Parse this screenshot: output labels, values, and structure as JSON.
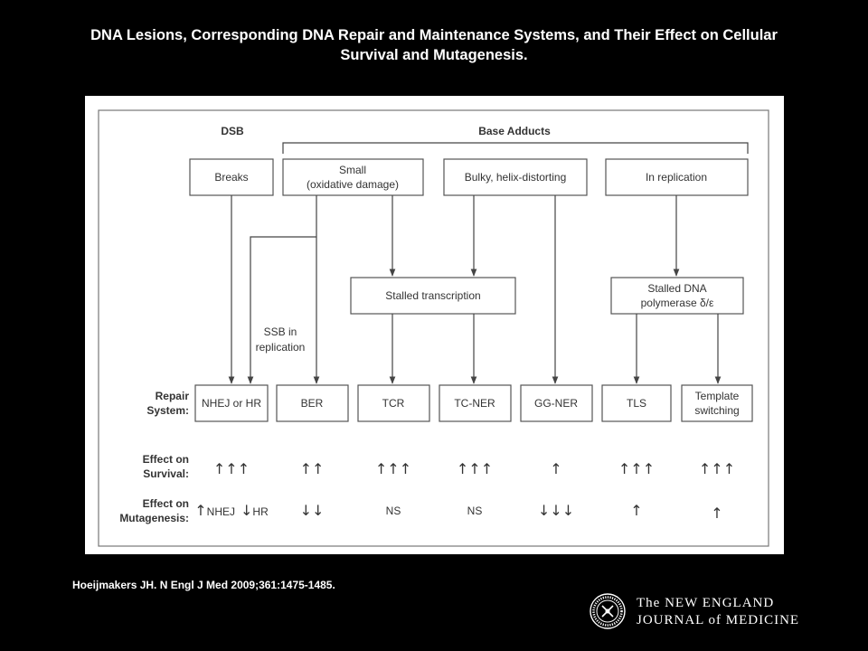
{
  "title": {
    "line1": "DNA Lesions, Corresponding DNA Repair and Maintenance Systems, and Their Effect on Cellular",
    "line2": "Survival and Mutagenesis."
  },
  "diagram": {
    "group_headers": {
      "dsb": "DSB",
      "base_adducts": "Base Adducts"
    },
    "lesions": {
      "breaks": "Breaks",
      "small_line1": "Small",
      "small_line2": "(oxidative damage)",
      "bulky": "Bulky, helix-distorting",
      "replication": "In replication"
    },
    "intermediates": {
      "stalled_transcription": "Stalled transcription",
      "stalled_pol_line1": "Stalled DNA",
      "stalled_pol_line2": "polymerase δ/ε",
      "ssb_line1": "SSB in",
      "ssb_line2": "replication"
    },
    "row_labels": {
      "repair_line1": "Repair",
      "repair_line2": "System:",
      "survival_line1": "Effect on",
      "survival_line2": "Survival:",
      "mutagenesis_line1": "Effect on",
      "mutagenesis_line2": "Mutagenesis:"
    },
    "repair_systems": [
      "NHEJ or HR",
      "BER",
      "TCR",
      "TC-NER",
      "GG-NER",
      "TLS",
      "Template switching"
    ],
    "template_switching_line1": "Template",
    "template_switching_line2": "switching",
    "survival": [
      "↑↑↑",
      "↑↑",
      "↑↑↑",
      "↑↑↑",
      "↑",
      "↑↑↑",
      "↑↑↑"
    ],
    "mutagenesis": [
      "↑NHEJ ↓HR",
      "↓↓",
      "NS",
      "NS",
      "↓↓↓",
      "↑",
      "↑"
    ],
    "mutagenesis_nhej_hr": {
      "up": "↑",
      "nhej": "NHEJ",
      "down": "↓",
      "hr": "HR"
    }
  },
  "citation": "Hoeijmakers JH. N Engl J Med 2009;361:1475-1485.",
  "journal": {
    "line1": "The NEW ENGLAND",
    "line2": "JOURNAL of MEDICINE",
    "seal_text": "MEDICINE · NEW ENGLAND"
  }
}
